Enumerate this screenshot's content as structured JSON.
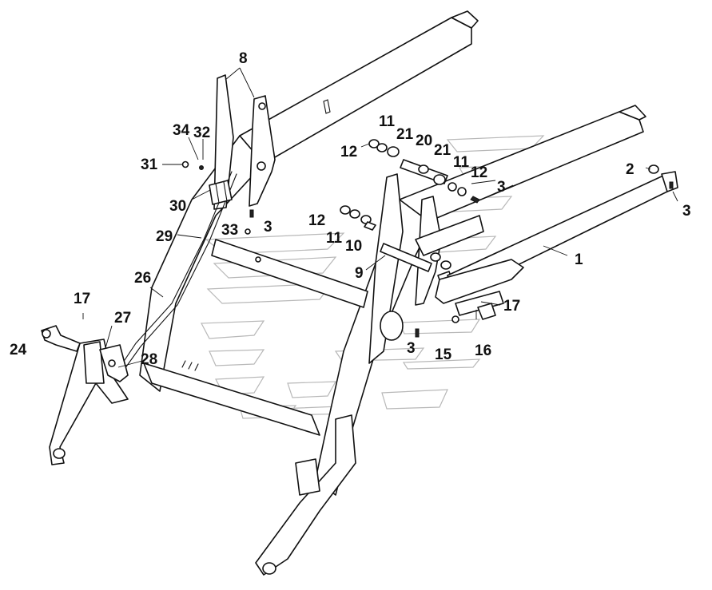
{
  "callouts": [
    {
      "id": "c8",
      "text": "8"
    },
    {
      "id": "c34",
      "text": "34"
    },
    {
      "id": "c32",
      "text": "32"
    },
    {
      "id": "c31",
      "text": "31"
    },
    {
      "id": "c30",
      "text": "30"
    },
    {
      "id": "c33",
      "text": "33"
    },
    {
      "id": "c3a",
      "text": "3"
    },
    {
      "id": "c29",
      "text": "29"
    },
    {
      "id": "c26",
      "text": "26"
    },
    {
      "id": "c17a",
      "text": "17"
    },
    {
      "id": "c27",
      "text": "27"
    },
    {
      "id": "c24",
      "text": "24"
    },
    {
      "id": "c28",
      "text": "28"
    },
    {
      "id": "c11a",
      "text": "11"
    },
    {
      "id": "c21a",
      "text": "21"
    },
    {
      "id": "c20",
      "text": "20"
    },
    {
      "id": "c21b",
      "text": "21"
    },
    {
      "id": "c11b",
      "text": "11"
    },
    {
      "id": "c12a",
      "text": "12"
    },
    {
      "id": "c12b",
      "text": "12"
    },
    {
      "id": "c3b",
      "text": "3"
    },
    {
      "id": "c12c",
      "text": "12"
    },
    {
      "id": "c11c",
      "text": "11"
    },
    {
      "id": "c10",
      "text": "10"
    },
    {
      "id": "c9",
      "text": "9"
    },
    {
      "id": "c3c",
      "text": "3"
    },
    {
      "id": "c15",
      "text": "15"
    },
    {
      "id": "c16",
      "text": "16"
    },
    {
      "id": "c17b",
      "text": "17"
    },
    {
      "id": "c1",
      "text": "1"
    },
    {
      "id": "c2",
      "text": "2"
    },
    {
      "id": "c3d",
      "text": "3"
    }
  ]
}
